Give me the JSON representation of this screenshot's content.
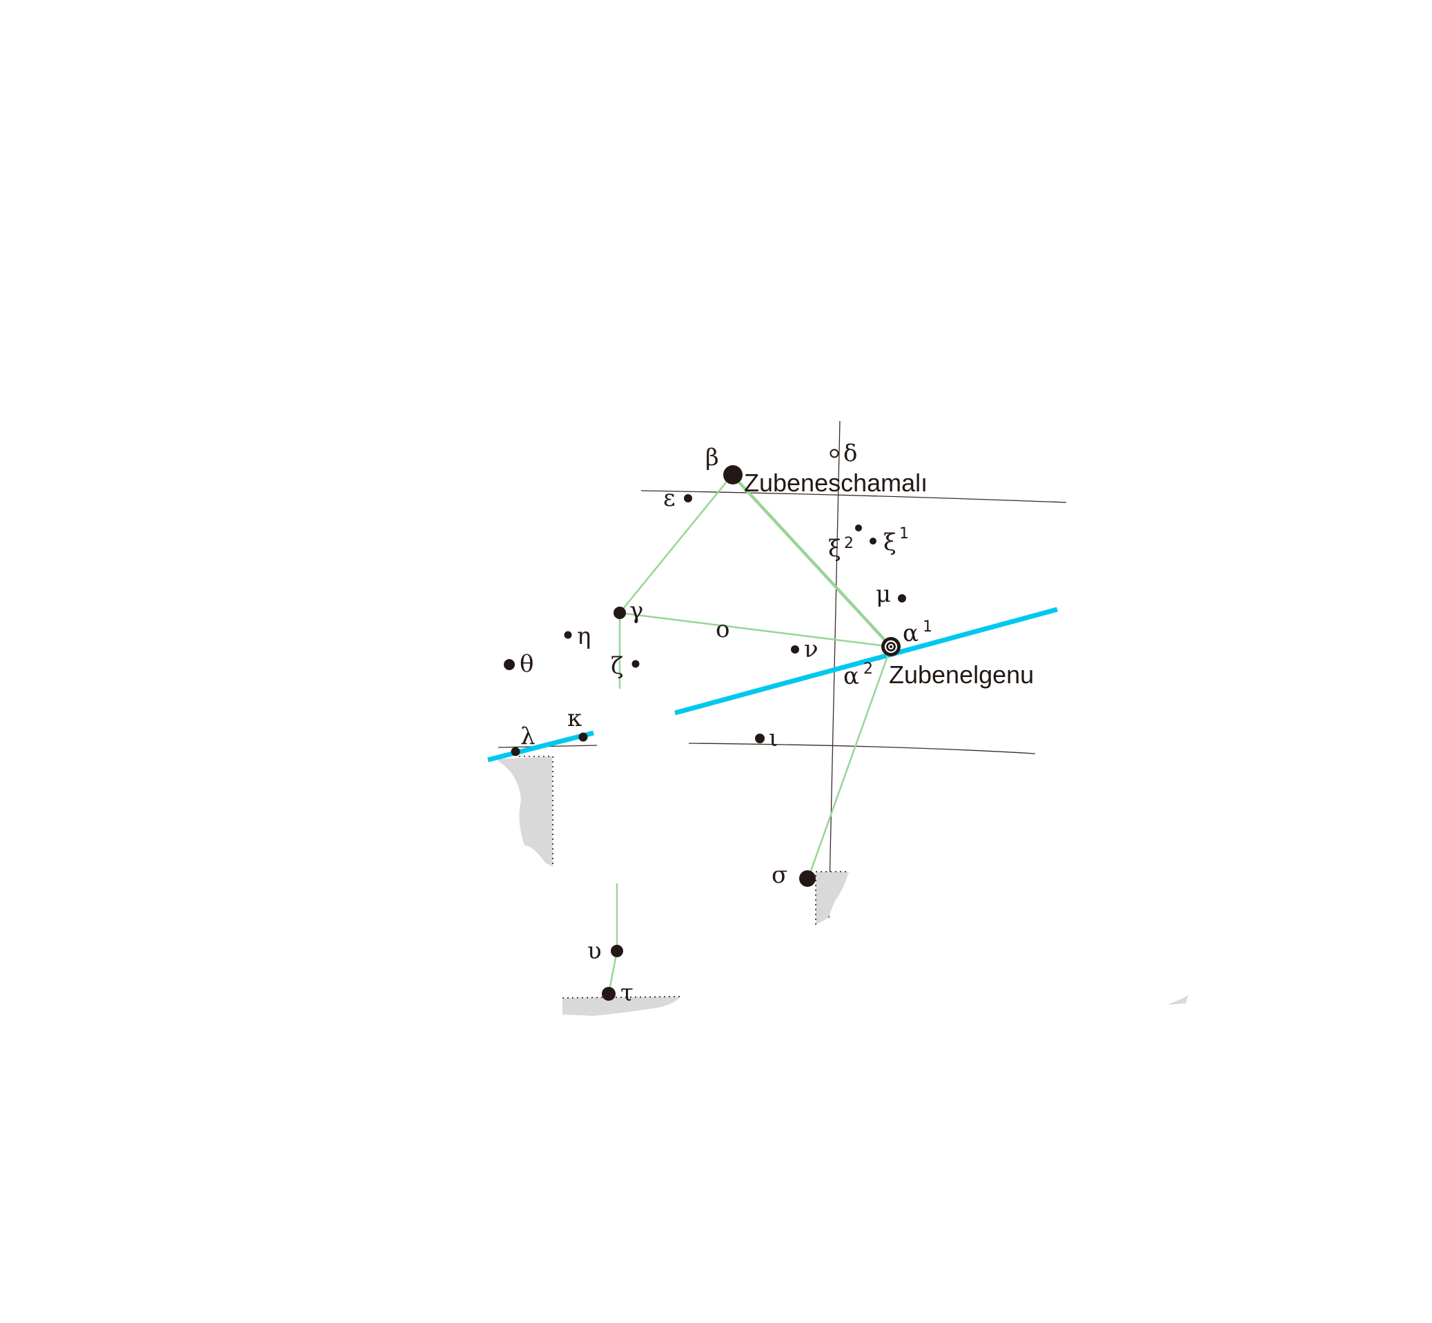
{
  "stars": {
    "beta": {
      "letter": "β",
      "name": "Zubeneschamalı"
    },
    "delta": {
      "letter": "δ"
    },
    "epsilon": {
      "letter": "ε"
    },
    "xi2": {
      "letter": "ξ",
      "sup": "2"
    },
    "xi1": {
      "letter": "ξ",
      "sup": "1"
    },
    "mu": {
      "letter": "μ"
    },
    "gamma": {
      "letter": "γ"
    },
    "eta": {
      "letter": "η"
    },
    "omicron": {
      "letter": "ο"
    },
    "theta": {
      "letter": "θ"
    },
    "zeta": {
      "letter": "ζ"
    },
    "nu": {
      "letter": "ν"
    },
    "alpha1": {
      "letter": "α",
      "sup": "1"
    },
    "alpha2": {
      "letter": "α",
      "sup": "2",
      "name": "Zubenelgenu"
    },
    "kappa": {
      "letter": "κ"
    },
    "lambda": {
      "letter": "λ"
    },
    "iota": {
      "letter": "ι"
    },
    "sigma": {
      "letter": "σ"
    },
    "upsilon": {
      "letter": "υ"
    },
    "tau": {
      "letter": "τ"
    }
  },
  "colors": {
    "figure_line": "#97d594",
    "ecliptic": "#00c8ef",
    "star": "#231815",
    "grid": "#3a2a28",
    "horizon": "#d9d9d9"
  }
}
